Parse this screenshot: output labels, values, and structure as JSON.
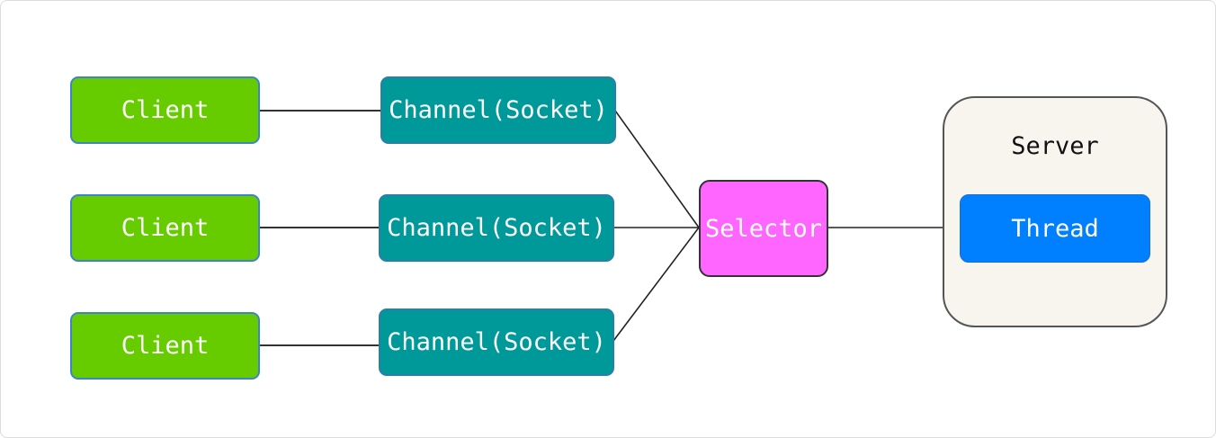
{
  "clients": [
    {
      "label": "Client"
    },
    {
      "label": "Client"
    },
    {
      "label": "Client"
    }
  ],
  "channels": [
    {
      "label": "Channel(Socket)"
    },
    {
      "label": "Channel(Socket)"
    },
    {
      "label": "Channel(Socket)"
    }
  ],
  "selector": {
    "label": "Selector"
  },
  "server": {
    "label": "Server",
    "thread": {
      "label": "Thread"
    }
  },
  "colors": {
    "client": "#66cc00",
    "channel": "#009999",
    "selector": "#ff66ff",
    "server": "#f7f5ee",
    "thread": "#007fff"
  }
}
